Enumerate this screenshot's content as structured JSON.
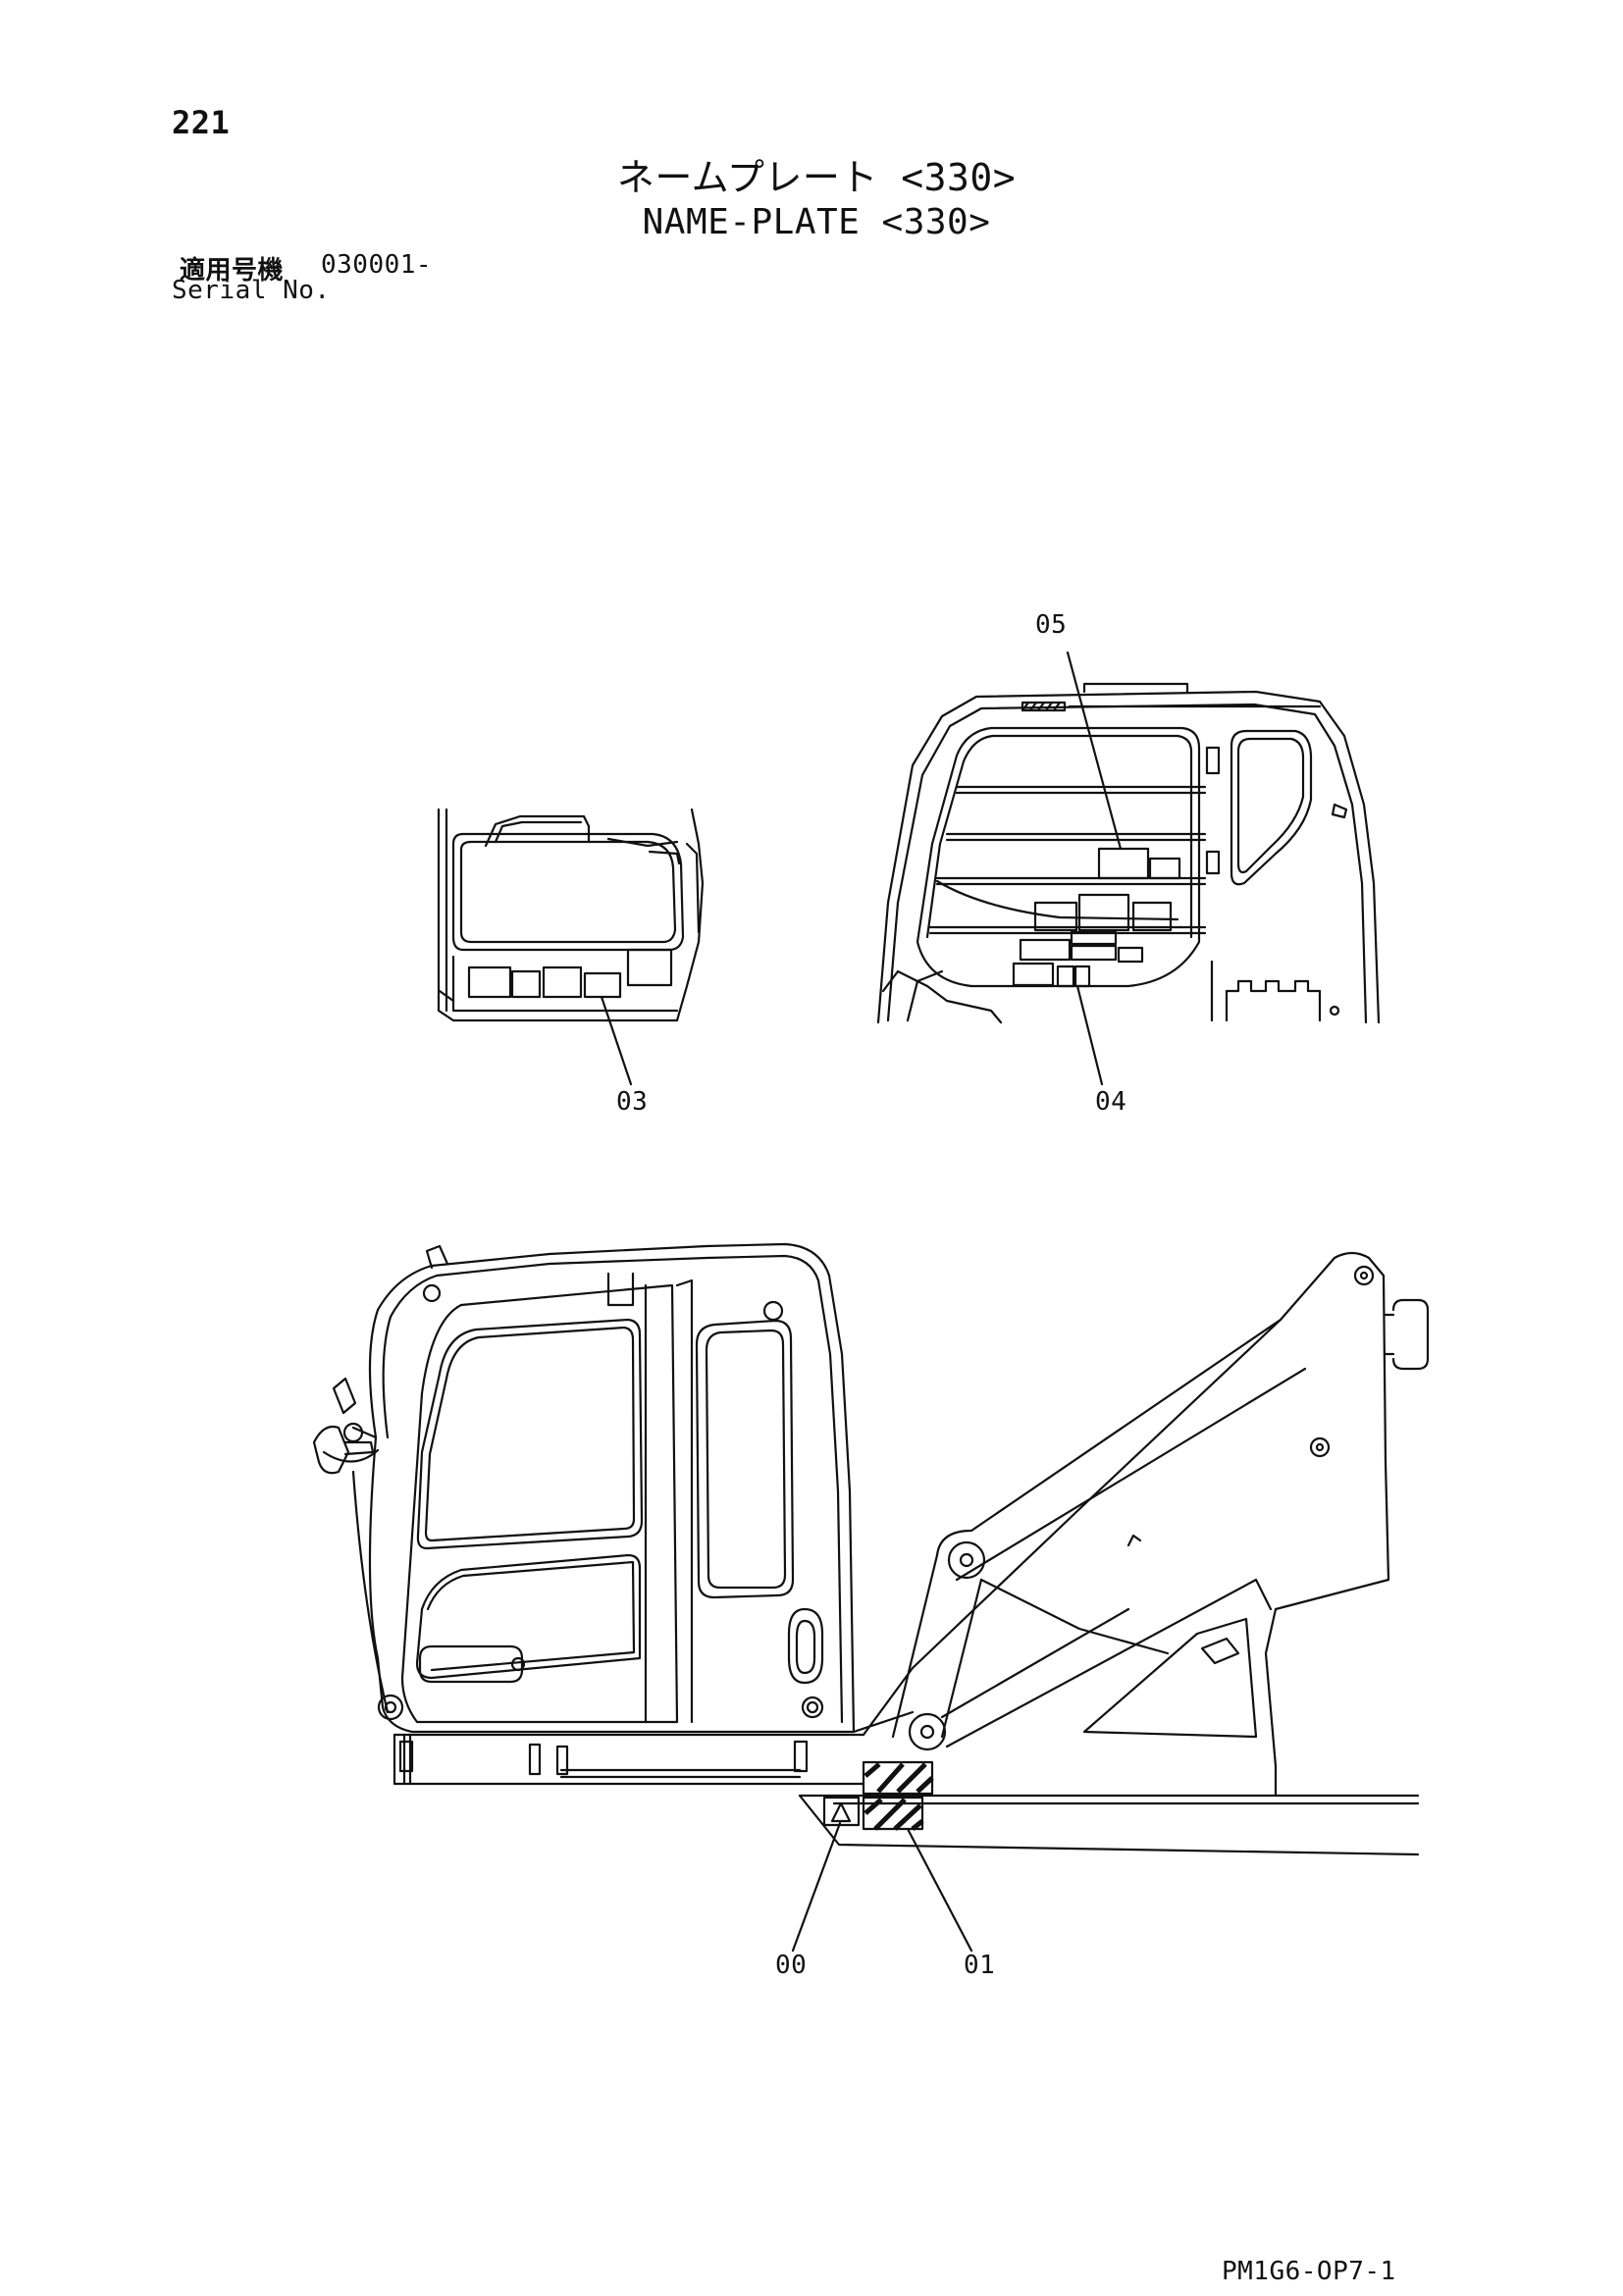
{
  "header": {
    "page_number": "221",
    "title_jp": "ネームプレート <330>",
    "title_en": "NAME-PLATE <330>",
    "serial_label_jp": "適用号機",
    "serial_value": "030001-",
    "serial_label_en": "Serial No."
  },
  "callouts": {
    "c00": "00",
    "c01": "01",
    "c03": "03",
    "c04": "04",
    "c05": "05"
  },
  "footer": {
    "doc_code": "PM1G6-OP7-1"
  },
  "colors": {
    "line": "#111111",
    "background": "#ffffff"
  }
}
